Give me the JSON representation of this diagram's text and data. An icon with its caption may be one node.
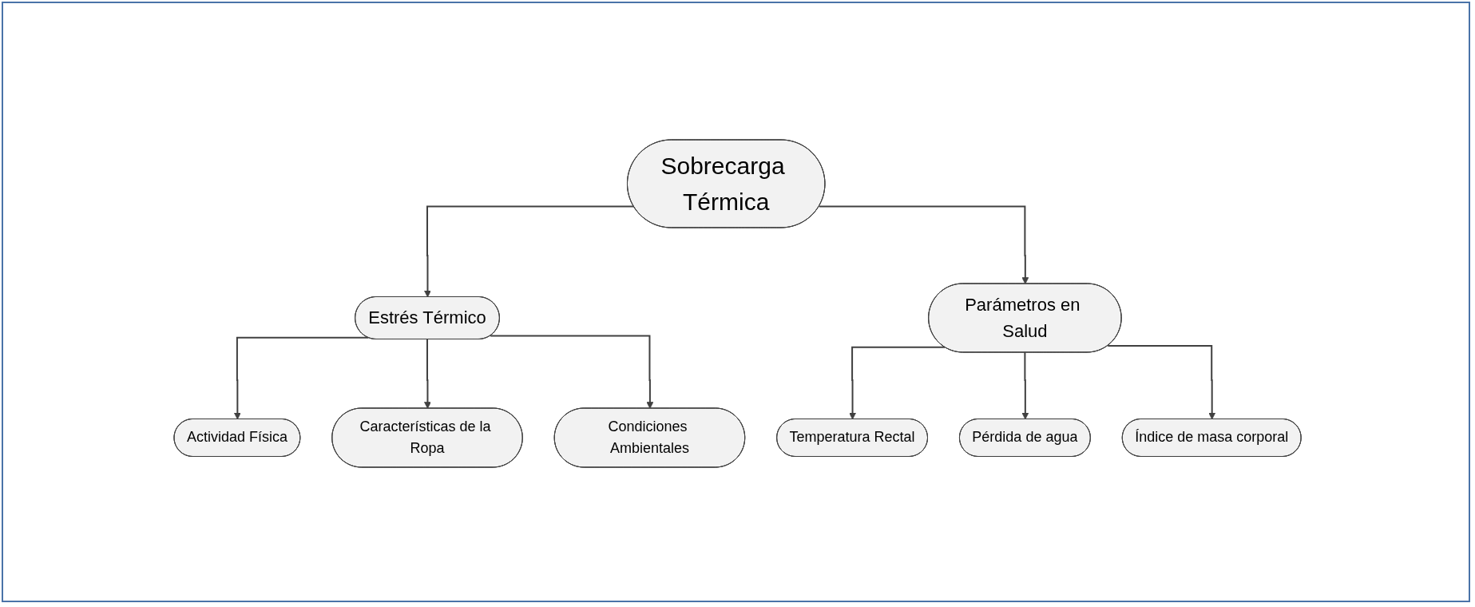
{
  "diagram": {
    "nodes": [
      {
        "text": [
          "Sobrecarga Térmica"
        ]
      },
      {
        "text": [
          "Estrés Térmico"
        ]
      },
      {
        "text": [
          "Parámetros en Salud"
        ]
      },
      {
        "text": [
          "Actividad Física"
        ]
      },
      {
        "text": [
          "Características de la Ropa"
        ]
      },
      {
        "text": [
          "Condiciones Ambientales"
        ]
      },
      {
        "text": [
          "Temperatura Rectal"
        ]
      },
      {
        "text": [
          "Pérdida de agua"
        ]
      },
      {
        "text": [
          "Índice de masa corporal"
        ]
      }
    ],
    "edges": [
      {
        "from": 0,
        "to": 1,
        "arrow": "to"
      },
      {
        "from": 0,
        "to": 2,
        "arrow": "to"
      },
      {
        "from": 1,
        "to": 3,
        "arrow": "to"
      },
      {
        "from": 1,
        "to": 4,
        "arrow": "to"
      },
      {
        "from": 1,
        "to": 5,
        "arrow": "to"
      },
      {
        "from": 2,
        "to": 6,
        "arrow": "to"
      },
      {
        "from": 2,
        "to": 7,
        "arrow": "to"
      },
      {
        "from": 2,
        "to": 8,
        "arrow": "to"
      }
    ]
  }
}
